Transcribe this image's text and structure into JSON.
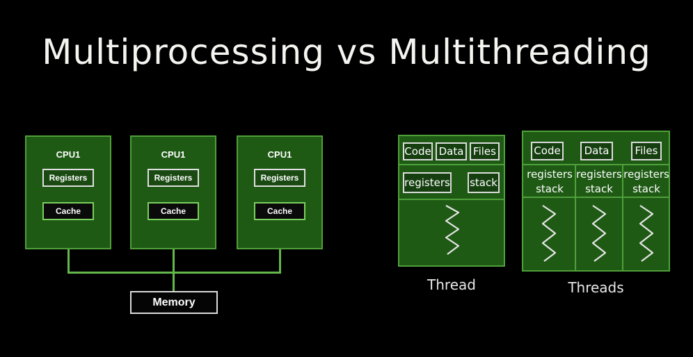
{
  "title": "Multiprocessing vs Multithreading",
  "multiprocessing": {
    "cpus": [
      {
        "label": "CPU1",
        "registers": "Registers",
        "cache": "Cache"
      },
      {
        "label": "CPU1",
        "registers": "Registers",
        "cache": "Cache"
      },
      {
        "label": "CPU1",
        "registers": "Registers",
        "cache": "Cache"
      }
    ],
    "memory": "Memory"
  },
  "single_thread": {
    "code": "Code",
    "data": "Data",
    "files": "Files",
    "registers": "registers",
    "stack": "stack",
    "caption": "Thread"
  },
  "multi_thread": {
    "code": "Code",
    "data": "Data",
    "files": "Files",
    "columns": [
      {
        "registers": "registers",
        "stack": "stack"
      },
      {
        "registers": "registers",
        "stack": "stack"
      },
      {
        "registers": "registers",
        "stack": "stack"
      }
    ],
    "caption": "Threads"
  },
  "colors": {
    "background": "#000000",
    "panel_fill": "#1f5a15",
    "panel_border": "#4fa03a",
    "wire": "#63b94a",
    "text": "#ffffff"
  }
}
